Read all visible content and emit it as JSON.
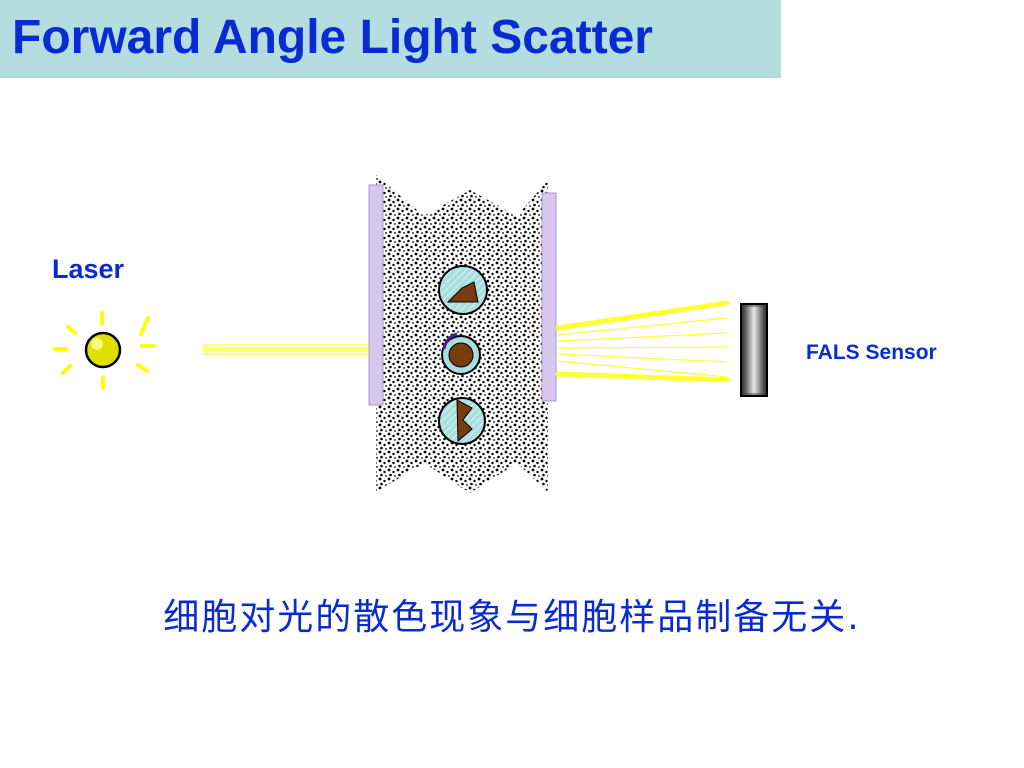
{
  "slide": {
    "title": "Forward Angle Light Scatter",
    "caption": "细胞对光的散色现象与细胞样品制备无关."
  },
  "diagram": {
    "laser_label": "Laser",
    "sensor_label": "FALS Sensor"
  },
  "colors": {
    "title_bar": "#b4dde0",
    "text_blue": "#0a2bd1",
    "beam_yellow": "#ffff33",
    "window_lavender": "#d8c8f0",
    "cell_fill": "#a8dede",
    "nucleus_brown": "#7a3b12"
  }
}
